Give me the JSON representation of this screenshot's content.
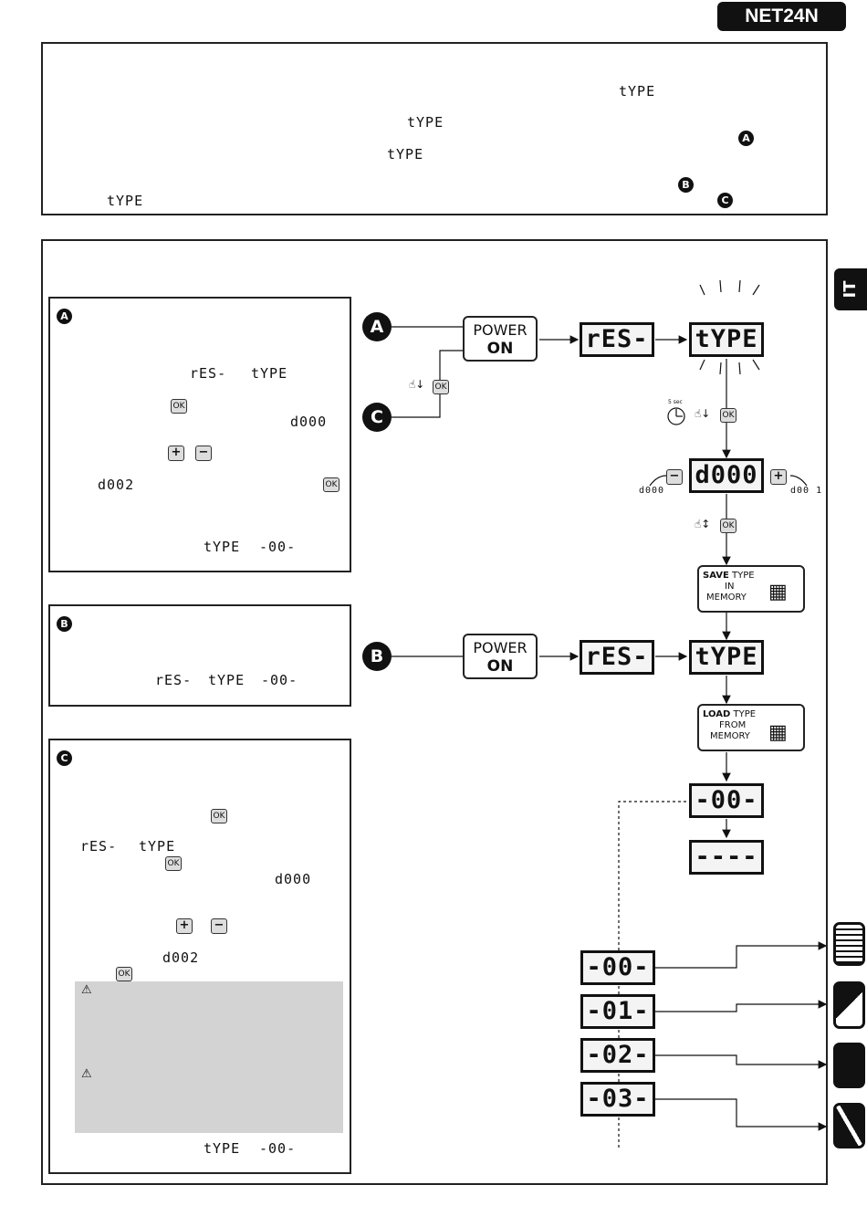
{
  "header": {
    "product": "NET24N"
  },
  "side_tab": {
    "language": "IT"
  },
  "top_box": {
    "seg_type": "tYPE",
    "badge_a": "A",
    "badge_b": "B",
    "badge_c": "C"
  },
  "panel_a": {
    "badge": "A",
    "seg_res": "rES-",
    "seg_type": "tYPE",
    "ok": "OK",
    "seg_d000": "d000",
    "plus": "+",
    "minus": "−",
    "seg_d002": "d002",
    "seg_type2": "tYPE",
    "seg_00": "-00-"
  },
  "panel_b": {
    "badge": "B",
    "seg_res": "rES-",
    "seg_type": "tYPE",
    "seg_00": "-00-"
  },
  "panel_c": {
    "badge": "C",
    "ok": "OK",
    "seg_res": "rES-",
    "seg_type": "tYPE",
    "seg_d000": "d000",
    "plus": "+",
    "minus": "−",
    "seg_d002": "d002",
    "warning_icon": "⚠",
    "seg_type2": "tYPE",
    "seg_00": "-00-"
  },
  "flow": {
    "badge_a": "A",
    "badge_b": "B",
    "badge_c": "C",
    "power_1": "POWER",
    "power_2": "ON",
    "lcd_res": "rES-",
    "lcd_type": "tYPE",
    "timer_label": "5 sec",
    "ok": "OK",
    "lcd_d000": "d000",
    "label_d000": "d000",
    "label_d001": "d00 1",
    "save_chip": {
      "strong": "SAVE",
      "line1": " TYPE",
      "line2": "IN",
      "line3": "MEMORY"
    },
    "load_chip": {
      "strong": "LOAD",
      "line1": " TYPE",
      "line2": "FROM",
      "line3": "MEMORY"
    },
    "lcd_00": "-00-",
    "lcd_dash": "----",
    "lcd_list": [
      "-00-",
      "-01-",
      "-02-",
      "-03-"
    ]
  }
}
